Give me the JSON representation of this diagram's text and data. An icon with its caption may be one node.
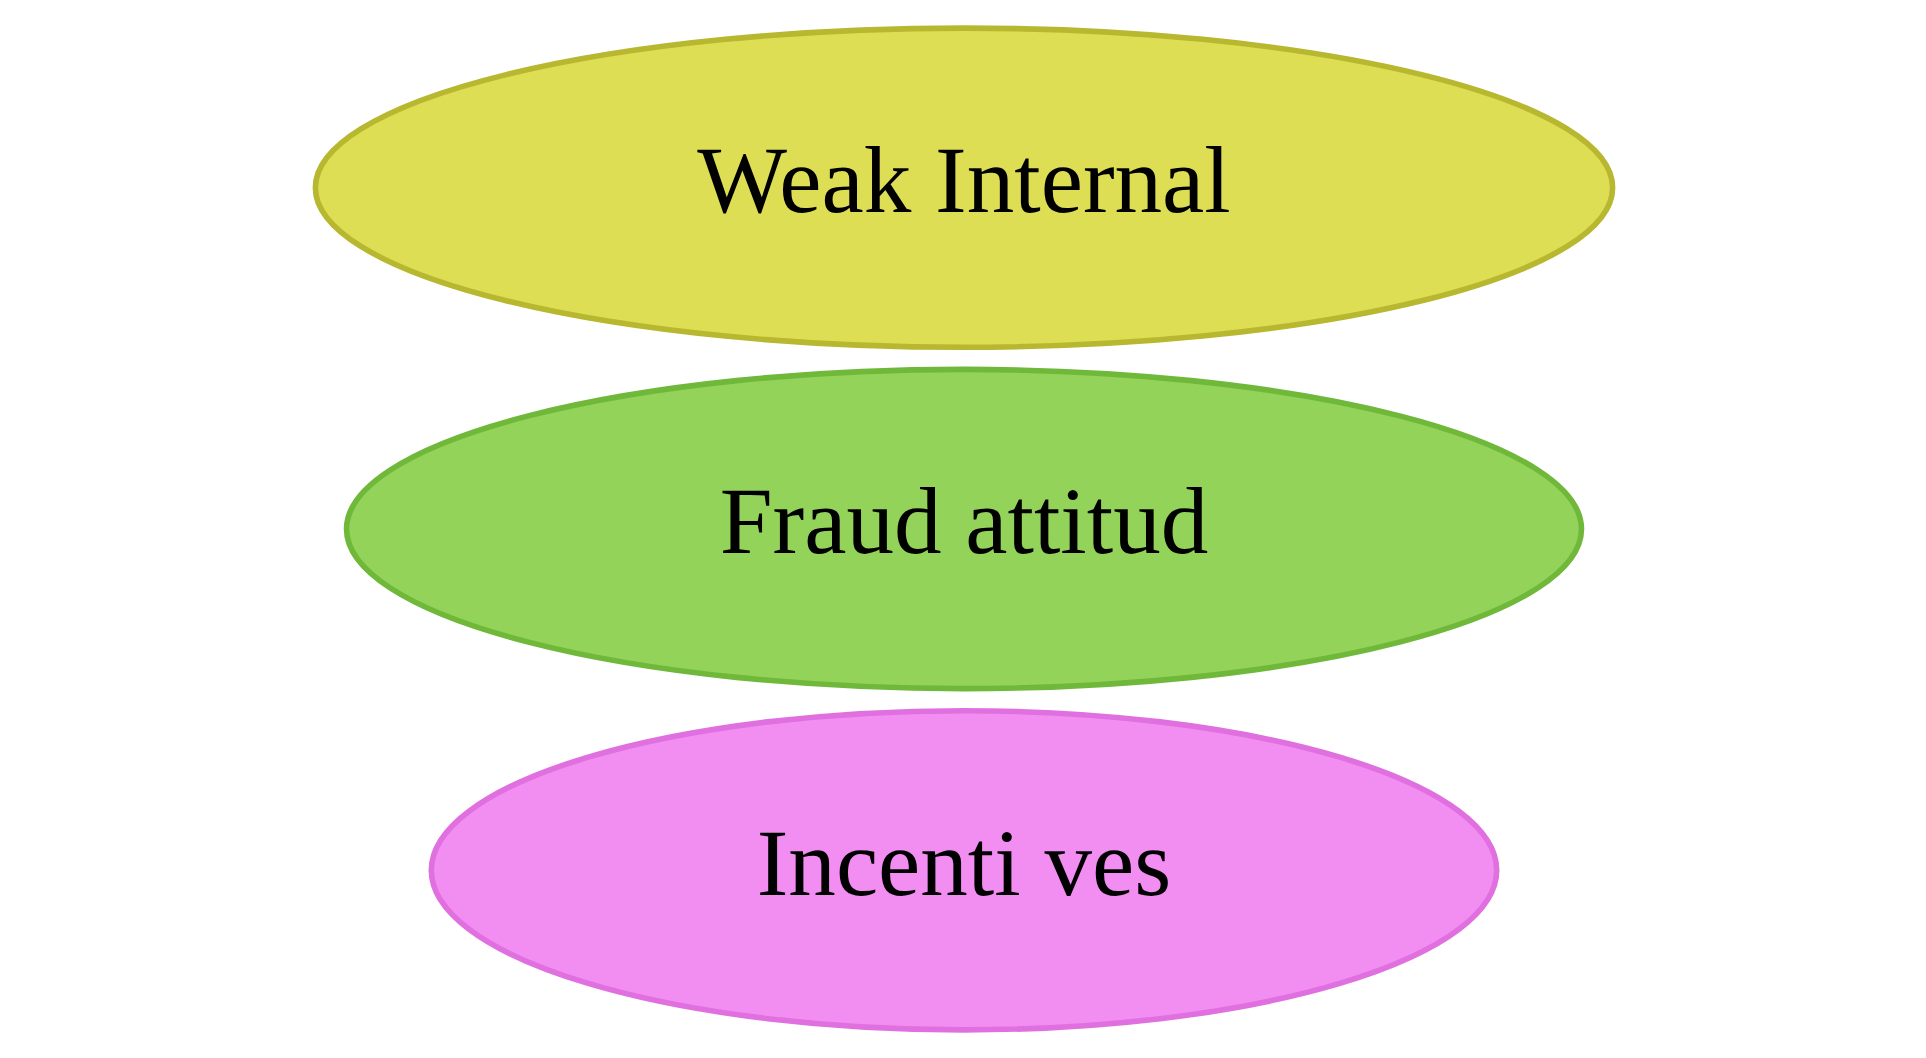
{
  "diagram": {
    "nodes": [
      {
        "text": [
          "Incenti ves"
        ]
      },
      {
        "text": [
          "Fraud attitud"
        ]
      },
      {
        "text": [
          "Weak Internal"
        ]
      }
    ]
  }
}
